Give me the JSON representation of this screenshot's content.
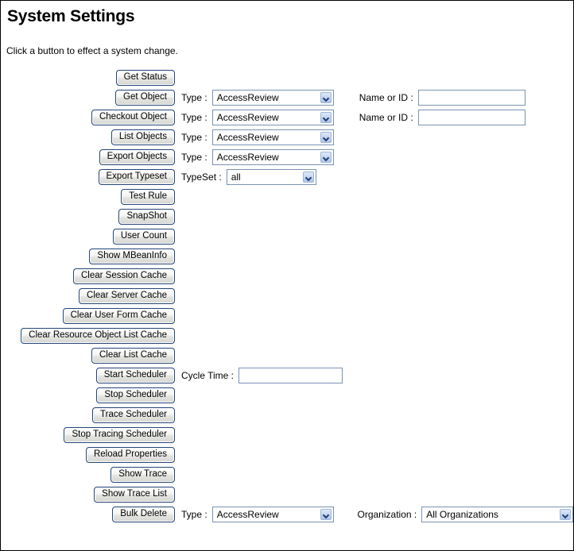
{
  "page": {
    "title": "System Settings",
    "subtitle": "Click a button to effect a system change."
  },
  "labels": {
    "type": "Type :",
    "typeset": "TypeSet :",
    "name_or_id": "Name or ID :",
    "cycle_time": "Cycle Time :",
    "organization": "Organization :"
  },
  "values": {
    "type_default": "AccessReview",
    "typeset_default": "all",
    "organization_default": "All Organizations",
    "name_or_id_value": "",
    "cycle_time_value": ""
  },
  "rows": [
    {
      "button": "Get Status"
    },
    {
      "button": "Get Object"
    },
    {
      "button": "Checkout Object"
    },
    {
      "button": "List Objects"
    },
    {
      "button": "Export Objects"
    },
    {
      "button": "Export Typeset"
    },
    {
      "button": "Test Rule"
    },
    {
      "button": "SnapShot"
    },
    {
      "button": "User Count"
    },
    {
      "button": "Show MBeanInfo"
    },
    {
      "button": "Clear Session Cache"
    },
    {
      "button": "Clear Server Cache"
    },
    {
      "button": "Clear User Form Cache"
    },
    {
      "button": "Clear Resource Object List Cache"
    },
    {
      "button": "Clear List Cache"
    },
    {
      "button": "Start Scheduler"
    },
    {
      "button": "Stop Scheduler"
    },
    {
      "button": "Trace Scheduler"
    },
    {
      "button": "Stop Tracing Scheduler"
    },
    {
      "button": "Reload Properties"
    },
    {
      "button": "Show Trace"
    },
    {
      "button": "Show Trace List"
    },
    {
      "button": "Bulk Delete"
    }
  ],
  "colors": {
    "page_border": "#000000",
    "button_border": "#224477",
    "field_border": "#7a93b4",
    "dropdown_arrow": "#1f3c73"
  }
}
